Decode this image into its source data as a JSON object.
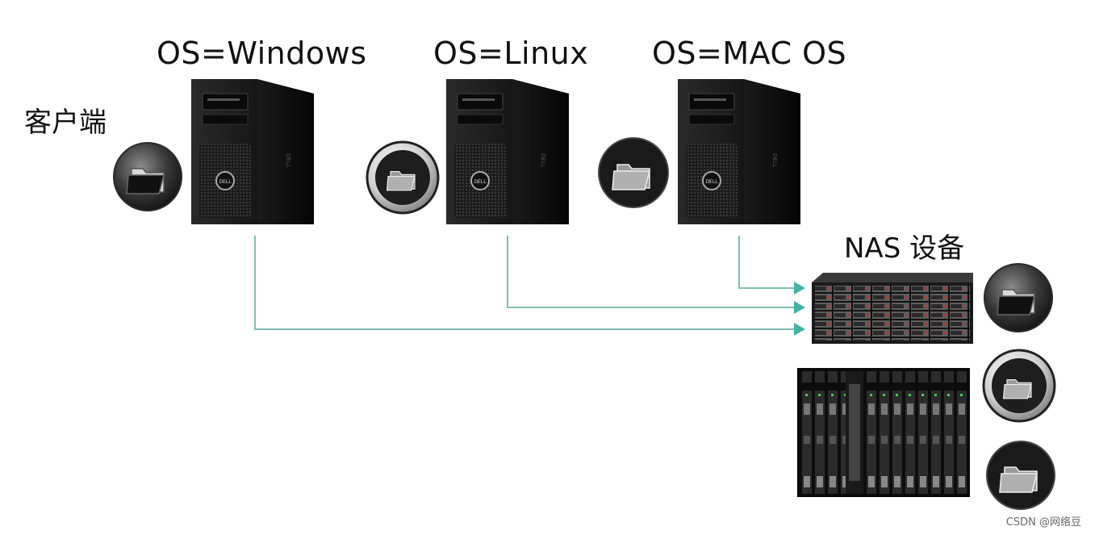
{
  "client_label": "客户端",
  "servers": [
    {
      "label": "OS=Windows"
    },
    {
      "label": "OS=Linux"
    },
    {
      "label": "OS=MAC OS"
    }
  ],
  "nas_label": "NAS 设备",
  "watermark": "CSDN @网络豆",
  "colors": {
    "connector": "#7fbfb0",
    "arrow": "#3fb5a8",
    "tower": "#1b1b1b",
    "tower_side": "#0e0e0e"
  },
  "icons": [
    "folder-icon",
    "server-tower-icon",
    "nas-rack-icon",
    "blade-chassis-icon"
  ]
}
